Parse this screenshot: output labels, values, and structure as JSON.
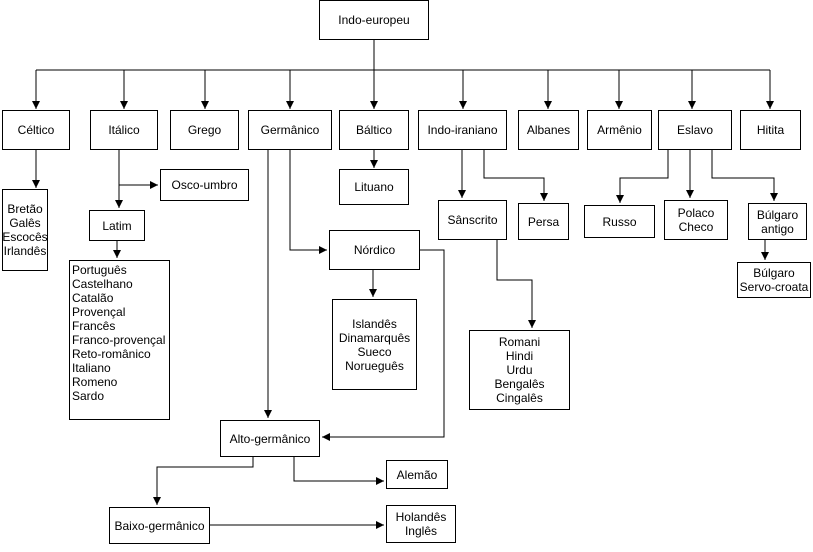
{
  "nodes": {
    "indo_europeu": "Indo-europeu",
    "celtico": "Céltico",
    "italico": "Itálico",
    "grego": "Grego",
    "germanico": "Germânico",
    "baltico": "Báltico",
    "indo_iraniano": "Indo-iraniano",
    "albanes": "Albanes",
    "armenio": "Armênio",
    "eslavo": "Eslavo",
    "hitita": "Hitita",
    "celtic_langs": "Bretão\nGalês\nEscocês\nIrlandês",
    "osco_umbro": "Osco-umbro",
    "latim": "Latim",
    "romance_langs": "Português\nCastelhano\nCatalão\nProvençal\nFrancês\nFranco-provençal\nReto-românico\nItaliano\nRomeno\nSardo",
    "lituano": "Lituano",
    "nordico": "Nórdico",
    "nordic_langs": "Islandês\nDinamarquês\nSueco\nNorueguês",
    "sanscrito": "Sânscrito",
    "persa": "Persa",
    "indic_langs": "Romani\nHindi\nUrdu\nBengalês\nCingalês",
    "russo": "Russo",
    "polaco_checo": "Polaco\nCheco",
    "bulgaro_antigo": "Búlgaro\nantigo",
    "bulgaro_servo": "Búlgaro\nServo-croata",
    "alto_germanico": "Alto-germânico",
    "alemao": "Alemão",
    "baixo_germanico": "Baixo-germânico",
    "holandes_ingles": "Holandês\nInglês"
  }
}
